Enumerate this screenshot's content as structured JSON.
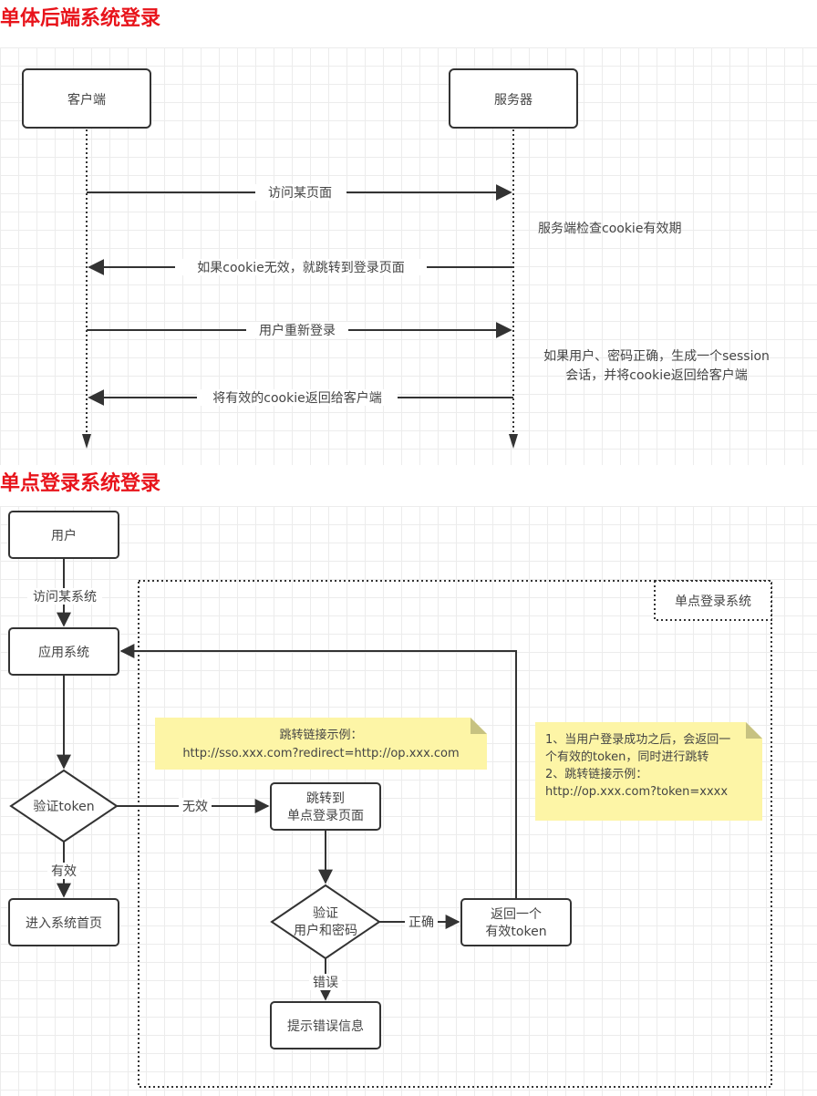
{
  "sections": {
    "monolith": {
      "title": "单体后端系统登录",
      "actors": {
        "client": "客户端",
        "server": "服务器"
      },
      "messages": [
        {
          "label": "访问某页面",
          "direction": "client-to-server"
        },
        {
          "label": "如果cookie无效，就跳转到登录页面",
          "direction": "server-to-client"
        },
        {
          "label": "用户重新登录",
          "direction": "client-to-server"
        },
        {
          "label": "将有效的cookie返回给客户端",
          "direction": "server-to-client"
        }
      ],
      "notes": {
        "check_cookie": "服务端检查cookie有效期",
        "session_line1": "如果用户、密码正确，生成一个session",
        "session_line2": "会话，并将cookie返回给客户端"
      }
    },
    "sso": {
      "title": "单点登录系统登录",
      "boundary_label": "单点登录系统",
      "nodes": {
        "user": "用户",
        "app": "应用系统",
        "verify_token": "验证token",
        "enter_home": "进入系统首页",
        "redirect_line1": "跳转到",
        "redirect_line2": "单点登录页面",
        "verify_cred_line1": "验证",
        "verify_cred_line2": "用户和密码",
        "return_token_line1": "返回一个",
        "return_token_line2": "有效token",
        "error_info": "提示错误信息"
      },
      "edges": {
        "visit": "访问某系统",
        "invalid": "无效",
        "valid": "有效",
        "correct": "正确",
        "wrong": "错误"
      },
      "notes": {
        "redirect_example_title": "跳转链接示例：",
        "redirect_example_url": "http://sso.xxx.com?redirect=http://op.xxx.com",
        "token_note_line1": "1、当用户登录成功之后，会返回一",
        "token_note_line2": "个有效的token，同时进行跳转",
        "token_note_line3": "2、跳转链接示例：",
        "token_note_line4": "http://op.xxx.com?token=xxxx"
      }
    }
  },
  "colors": {
    "title": "#e8141b",
    "note_fill": "#fdf5a6",
    "note_fold": "#c7c281",
    "line": "#333333"
  }
}
